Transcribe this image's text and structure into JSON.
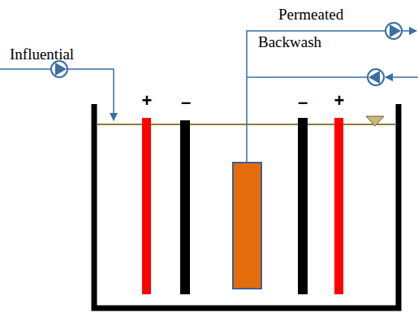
{
  "diagram": {
    "labels": [
      "Influential",
      "Permeated",
      "Backwash",
      "+",
      "–",
      "–",
      "+"
    ]
  }
}
